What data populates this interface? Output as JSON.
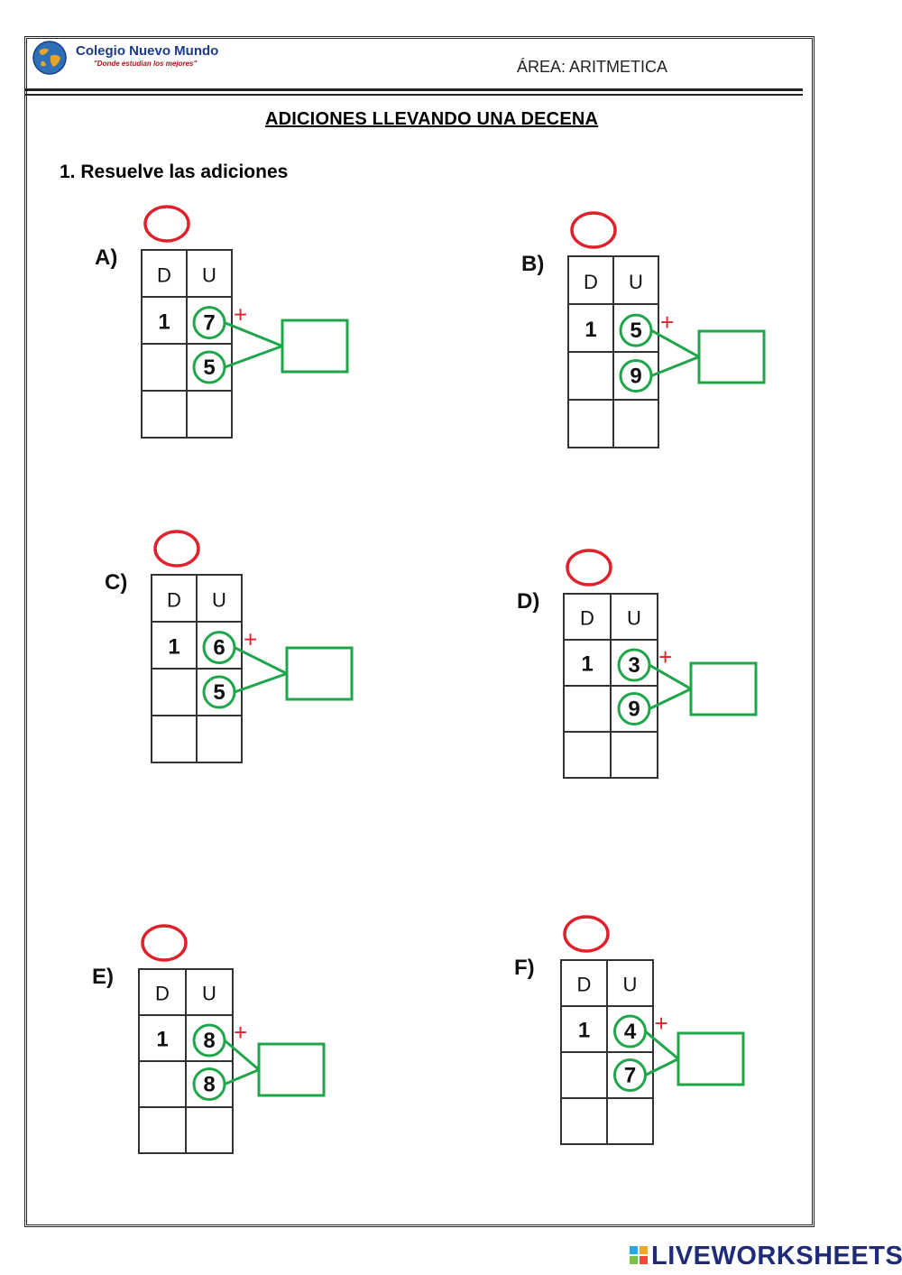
{
  "header": {
    "school_name": "Colegio Nuevo Mundo",
    "school_motto": "\"Donde estudian los mejores\"",
    "area": "ÁREA: ARITMETICA"
  },
  "title": "ADICIONES LLEVANDO UNA DECENA",
  "instruction": "1.  Resuelve las adiciones",
  "column_headers": {
    "tens": "D",
    "units": "U"
  },
  "plus_sign": "+",
  "exercises": [
    {
      "label": "A)",
      "tens": "1",
      "top_unit": "7",
      "bottom_unit": "5"
    },
    {
      "label": "B)",
      "tens": "1",
      "top_unit": "5",
      "bottom_unit": "9"
    },
    {
      "label": "C)",
      "tens": "1",
      "top_unit": "6",
      "bottom_unit": "5"
    },
    {
      "label": "D)",
      "tens": "1",
      "top_unit": "3",
      "bottom_unit": "9"
    },
    {
      "label": "E)",
      "tens": "1",
      "top_unit": "8",
      "bottom_unit": "8"
    },
    {
      "label": "F)",
      "tens": "1",
      "top_unit": "4",
      "bottom_unit": "7"
    }
  ],
  "colors": {
    "circle_red": "#e0202a",
    "green": "#1fa64a",
    "brand_blue": "#1d2b7a"
  },
  "footer": {
    "brand": "LIVEWORKSHEETS"
  }
}
